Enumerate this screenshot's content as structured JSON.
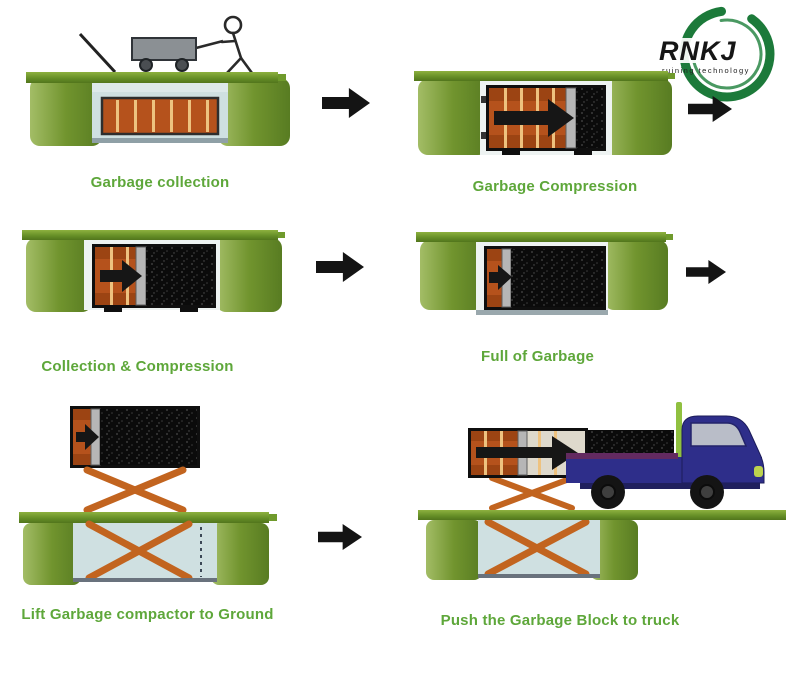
{
  "logo": {
    "brand": "RNKJ",
    "tagline": "ruining technology",
    "ring_color": "#1c7a3a"
  },
  "steps": [
    {
      "label": "Garbage collection"
    },
    {
      "label": "Garbage Compression"
    },
    {
      "label": "Collection & Compression"
    },
    {
      "label": "Full of Garbage"
    },
    {
      "label": "Lift Garbage compactor to Ground"
    },
    {
      "label": "Push the Garbage Block to truck"
    }
  ],
  "icons": {
    "flow_arrow": "black right block arrow",
    "push_ram_arrow": "black right arrow inside compactor"
  },
  "colors": {
    "caption_green": "#5ea73a",
    "ground_green": "#6b9428",
    "pillar_green": "#71942e",
    "pit_blue": "#cfe0e1",
    "compactor_orange": "#b5521c",
    "plank_stripe": "#eec27f",
    "garbage_black": "#0b0b0b",
    "scissor_orange": "#c2641f",
    "truck_navy": "#2e2e8a",
    "arrow_black": "#141414"
  }
}
